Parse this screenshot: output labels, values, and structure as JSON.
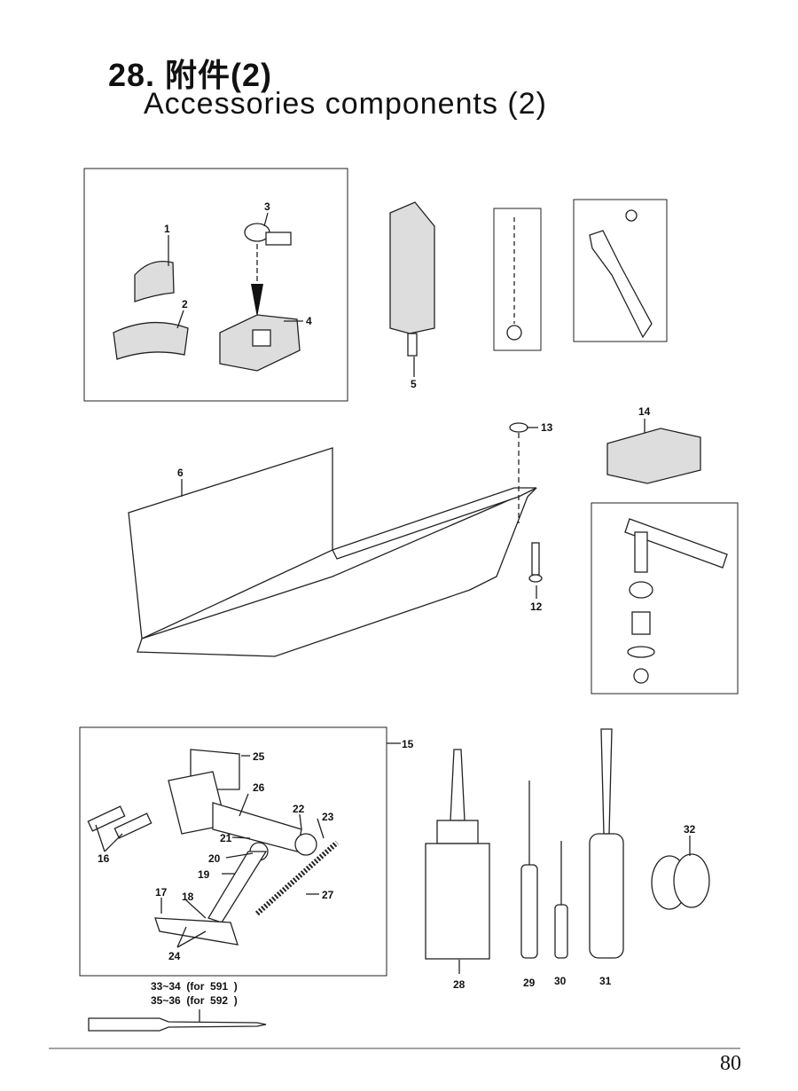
{
  "header": {
    "title_cn": "28. 附件(2)",
    "title_en": "Accessories components (2)"
  },
  "callouts": [
    "1",
    "2",
    "3",
    "4",
    "5",
    "6",
    "12",
    "13",
    "14",
    "15",
    "16",
    "17",
    "18",
    "19",
    "20",
    "21",
    "22",
    "23",
    "24",
    "25",
    "26",
    "27",
    "28",
    "29",
    "30",
    "31",
    "32"
  ],
  "needle": {
    "line1": "33~34  (for  591  )",
    "line2": "35~36  (for  592  )"
  },
  "page_number": "80"
}
